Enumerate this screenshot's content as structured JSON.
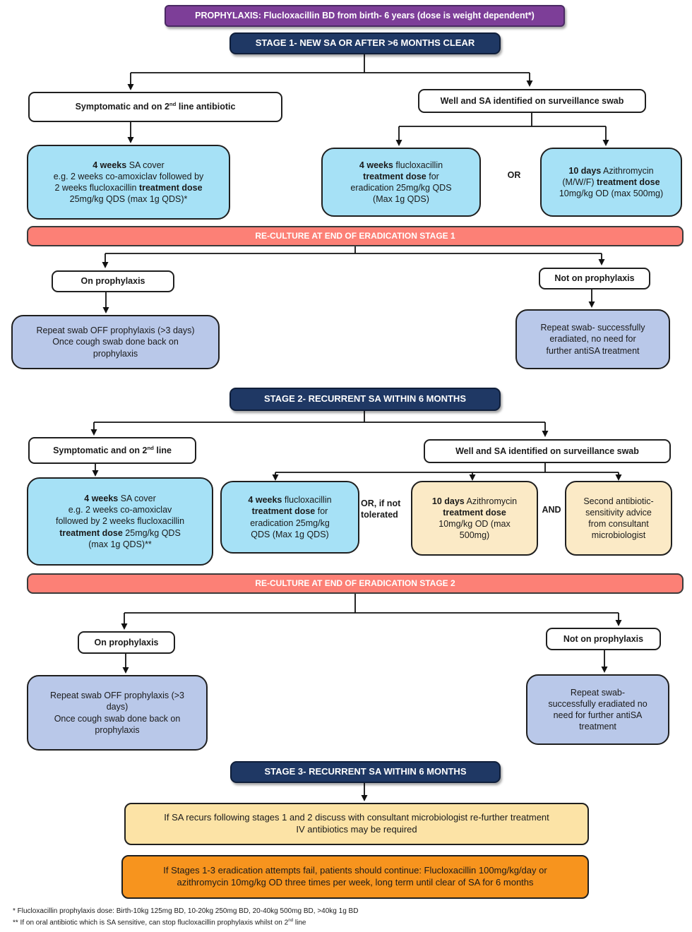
{
  "title": "SA eradication pathway flowchart",
  "colors": {
    "purple": "#7D3E98",
    "navy": "#1F3864",
    "sky_blue": "#A6E1F6",
    "salmon": "#FC8076",
    "periwinkle": "#B9C8E9",
    "cream": "#FBEAC6",
    "gold": "#FCE3A6",
    "orange": "#F7941E"
  },
  "banner": {
    "label": "PROPHYLAXIS: Flucloxacillin BD from birth- 6 years (dose is weight dependent*)"
  },
  "stage1": {
    "title": "STAGE 1- NEW SA OR AFTER >6 MONTHS CLEAR",
    "symptomatic_label": {
      "lines": [
        [
          {
            "t": "Symptomatic and on 2",
            "b": true
          },
          {
            "t": "nd",
            "b": true,
            "sup": true
          },
          {
            "t": " line antibiotic",
            "b": true
          }
        ]
      ]
    },
    "sa_cover": {
      "lines": [
        [
          {
            "t": "4 weeks",
            "b": true
          },
          {
            "t": " SA cover"
          }
        ],
        [
          {
            "t": "e.g. 2 weeks co-amoxiclav followed by"
          }
        ],
        [
          {
            "t": "2 weeks flucloxacillin "
          },
          {
            "t": "treatment dose",
            "b": true
          }
        ],
        [
          {
            "t": "25mg/kg QDS (max 1g QDS)*"
          }
        ]
      ]
    },
    "well_label": "Well and SA  identified on surveillance swab",
    "flucloxacillin": {
      "lines": [
        [
          {
            "t": "4 weeks",
            "b": true
          },
          {
            "t": " flucloxacillin"
          }
        ],
        [
          {
            "t": "treatment dose",
            "b": true
          },
          {
            "t": " for"
          }
        ],
        [
          {
            "t": "eradication 25mg/kg QDS"
          }
        ],
        [
          {
            "t": "(Max 1g QDS)"
          }
        ]
      ]
    },
    "or_label": "OR",
    "azithromycin": {
      "lines": [
        [
          {
            "t": "10 days",
            "b": true
          },
          {
            "t": " Azithromycin"
          }
        ],
        [
          {
            "t": "(M/W/F) "
          },
          {
            "t": "treatment dose",
            "b": true
          }
        ],
        [
          {
            "t": "10mg/kg OD (max 500mg)"
          }
        ]
      ]
    },
    "reculture": "RE-CULTURE AT END OF ERADICATION STAGE 1",
    "on_prophylaxis": "On prophylaxis",
    "not_on_prophylaxis": "Not on prophylaxis",
    "repeat_off": {
      "lines": [
        [
          {
            "t": "Repeat swab OFF prophylaxis (>3 days)"
          }
        ],
        [
          {
            "t": "Once cough swab done back on"
          }
        ],
        [
          {
            "t": "prophylaxis"
          }
        ]
      ]
    },
    "repeat_success": {
      "lines": [
        [
          {
            "t": "Repeat swab- successfully"
          }
        ],
        [
          {
            "t": "eradiated,  no need for"
          }
        ],
        [
          {
            "t": "further   antiSA treatment"
          }
        ]
      ]
    }
  },
  "stage2": {
    "title": "STAGE 2- RECURRENT SA WITHIN 6 MONTHS",
    "symptomatic_label": {
      "lines": [
        [
          {
            "t": "Symptomatic and on 2",
            "b": true
          },
          {
            "t": "nd",
            "b": true,
            "sup": true
          },
          {
            "t": " line",
            "b": true
          }
        ]
      ]
    },
    "sa_cover": {
      "lines": [
        [
          {
            "t": "4 weeks",
            "b": true
          },
          {
            "t": " SA cover"
          }
        ],
        [
          {
            "t": "e.g. 2 weeks co-amoxiclav"
          }
        ],
        [
          {
            "t": "followed by 2 weeks flucloxacillin"
          }
        ],
        [
          {
            "t": "treatment dose",
            "b": true
          },
          {
            "t": " 25mg/kg QDS"
          }
        ],
        [
          {
            "t": "(max 1g QDS)**"
          }
        ]
      ]
    },
    "well_label": "Well and SA identified on surveillance swab",
    "flucloxacillin": {
      "lines": [
        [
          {
            "t": "4 weeks",
            "b": true
          },
          {
            "t": " flucloxacillin"
          }
        ],
        [
          {
            "t": "treatment dose",
            "b": true
          },
          {
            "t": " for"
          }
        ],
        [
          {
            "t": "eradication 25mg/kg"
          }
        ],
        [
          {
            "t": "QDS (Max 1g QDS)"
          }
        ]
      ]
    },
    "or_label": {
      "lines": [
        [
          {
            "t": "OR, if not",
            "b": true
          }
        ],
        [
          {
            "t": "tolerated",
            "b": true
          }
        ]
      ]
    },
    "azithromycin": {
      "lines": [
        [
          {
            "t": "10 days",
            "b": true
          },
          {
            "t": " Azithromycin"
          }
        ],
        [
          {
            "t": "treatment dose",
            "b": true
          }
        ],
        [
          {
            "t": "10mg/kg OD (max"
          }
        ],
        [
          {
            "t": "500mg)"
          }
        ]
      ]
    },
    "and_label": "AND",
    "second_advice": {
      "lines": [
        [
          {
            "t": "Second antibiotic-"
          }
        ],
        [
          {
            "t": "sensitivity advice"
          }
        ],
        [
          {
            "t": "from consultant"
          }
        ],
        [
          {
            "t": "microbiologist"
          }
        ]
      ]
    },
    "reculture": "RE-CULTURE AT END OF ERADICATION STAGE 2",
    "on_prophylaxis": "On prophylaxis",
    "not_on_prophylaxis": "Not on prophylaxis",
    "repeat_off": {
      "lines": [
        [
          {
            "t": "Repeat swab OFF prophylaxis (>3"
          }
        ],
        [
          {
            "t": "days)"
          }
        ],
        [
          {
            "t": "Once cough swab done back on"
          }
        ],
        [
          {
            "t": "prophylaxis"
          }
        ]
      ]
    },
    "repeat_success": {
      "lines": [
        [
          {
            "t": "Repeat swab-"
          }
        ],
        [
          {
            "t": "successfully eradiated no"
          }
        ],
        [
          {
            "t": "need for further antiSA"
          }
        ],
        [
          {
            "t": "treatment"
          }
        ]
      ]
    }
  },
  "stage3": {
    "title": "STAGE 3- RECURRENT SA WITHIN 6 MONTHS",
    "consult": {
      "lines": [
        [
          {
            "t": "If SA recurs following stages 1 and 2 discuss with consultant microbiologist re-further treatment"
          }
        ],
        [
          {
            "t": "IV antibiotics may be required"
          }
        ]
      ]
    },
    "longterm": {
      "lines": [
        [
          {
            "t": "If Stages 1-3 eradication attempts fail, patients should continue: Flucloxacillin 100mg/kg/day or"
          }
        ],
        [
          {
            "t": "azithromycin 10mg/kg OD three times per week,  long term until clear of SA for 6 months"
          }
        ]
      ]
    }
  },
  "footnotes": {
    "first": "* Flucloxacillin prophylaxis dose: Birth-10kg 125mg BD, 10-20kg 250mg BD, 20-40kg 500mg BD, >40kg 1g BD",
    "second": {
      "lines": [
        [
          {
            "t": "** If on oral antibiotic which is SA sensitive, can stop flucloxacillin prophylaxis whilst on 2"
          },
          {
            "t": "nd",
            "sup": true
          },
          {
            "t": " line"
          }
        ]
      ]
    }
  }
}
